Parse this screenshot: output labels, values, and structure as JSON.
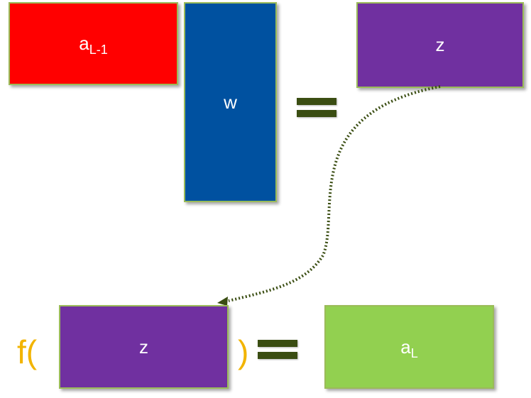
{
  "boxes": {
    "a_prev": {
      "base": "a",
      "sub": "L-1"
    },
    "w": {
      "label": "w"
    },
    "z_top": {
      "label": "z"
    },
    "z_bottom": {
      "label": "z"
    },
    "a_l": {
      "base": "a",
      "sub": "L"
    }
  },
  "function": {
    "open": "f(",
    "close": ")"
  },
  "colors": {
    "red": "#ff0000",
    "blue": "#0051a0",
    "purple": "#7030a0",
    "green": "#92d050",
    "orange": "#f2b400",
    "dark_green": "#3a4d12"
  }
}
